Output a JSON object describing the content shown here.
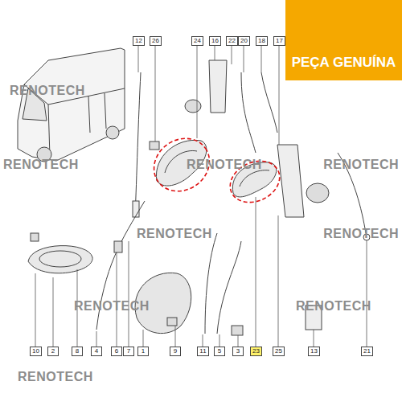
{
  "diagram": {
    "nodes": [
      {
        "text": [
          "PEÇA GENUÍNA"
        ]
      },
      {
        "text": [
          "12"
        ]
      },
      {
        "text": [
          "26"
        ]
      },
      {
        "text": [
          "24"
        ]
      },
      {
        "text": [
          "16"
        ]
      },
      {
        "text": [
          "22"
        ]
      },
      {
        "text": [
          "20"
        ]
      },
      {
        "text": [
          "18"
        ]
      },
      {
        "text": [
          "17"
        ]
      },
      {
        "text": [
          "10"
        ]
      },
      {
        "text": [
          "2"
        ]
      },
      {
        "text": [
          "8"
        ]
      },
      {
        "text": [
          "4"
        ]
      },
      {
        "text": [
          "6"
        ]
      },
      {
        "text": [
          "7"
        ]
      },
      {
        "text": [
          "1"
        ]
      },
      {
        "text": [
          "9"
        ]
      },
      {
        "text": [
          "11"
        ]
      },
      {
        "text": [
          "5"
        ]
      },
      {
        "text": [
          "3"
        ]
      },
      {
        "text": [
          "23"
        ]
      },
      {
        "text": [
          "25"
        ]
      },
      {
        "text": [
          "13"
        ]
      },
      {
        "text": [
          "21"
        ]
      }
    ],
    "labels": [
      "RENOTECH",
      "RENOTECH",
      "RENOTECH",
      "RENOTECH",
      "RENOTECH",
      "RENOTECH",
      "RENOTECH",
      "RENOTECH",
      "RENOTECH"
    ]
  }
}
